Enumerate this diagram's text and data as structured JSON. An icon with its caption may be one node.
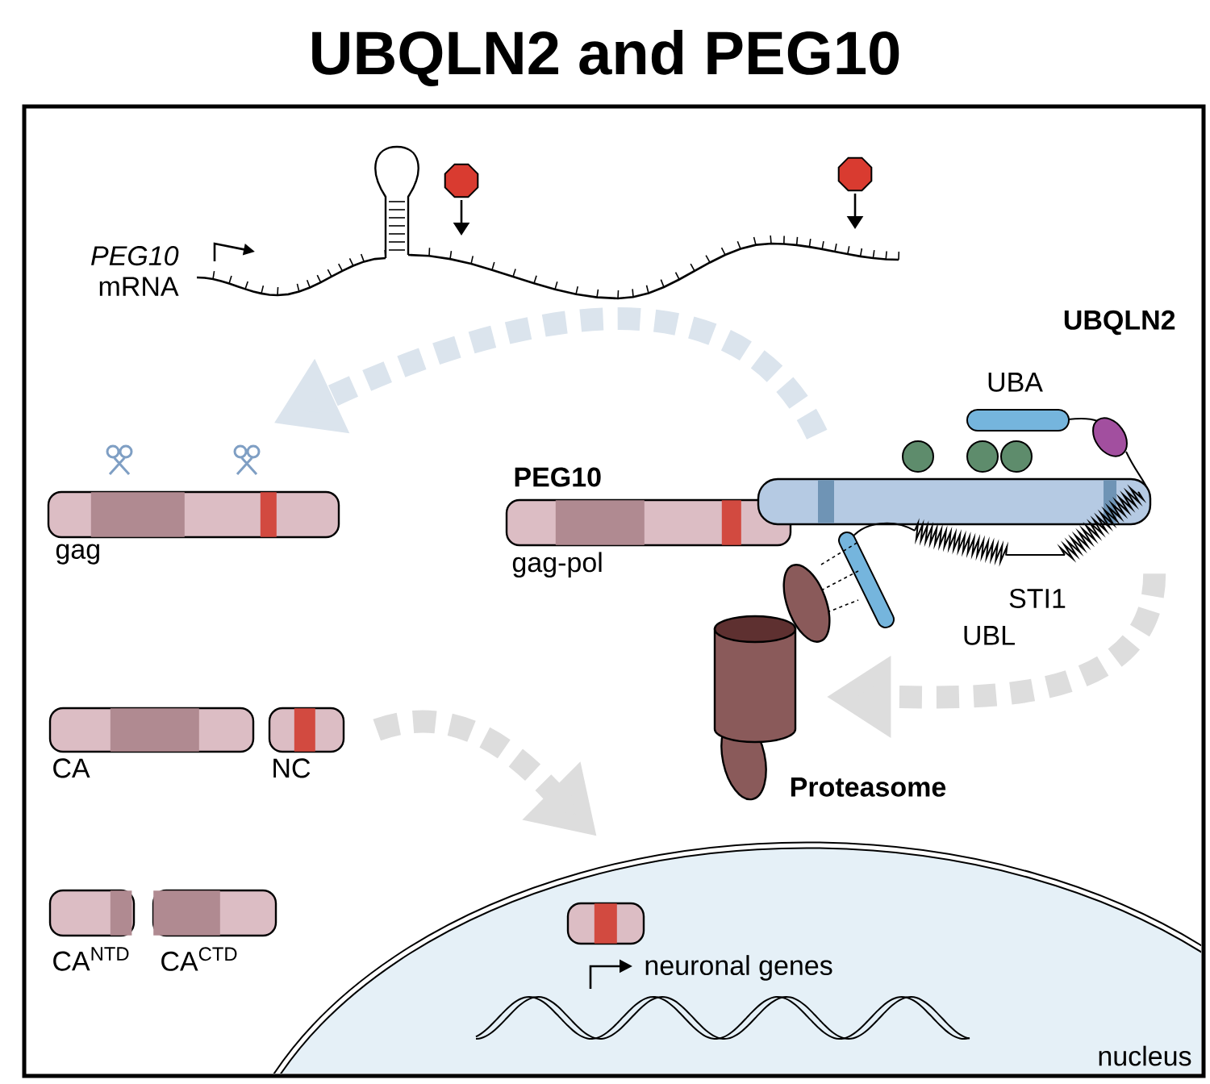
{
  "diagram": {
    "title": "UBQLN2 and PEG10",
    "nodes": [
      {
        "text": [
          "gag"
        ]
      },
      {
        "text": [
          "PEG10",
          "gag-pol"
        ]
      },
      {
        "text": [
          "UBQLN2",
          "UBA",
          "STI1",
          "UBL"
        ]
      },
      {
        "text": [
          "Proteasome"
        ]
      },
      {
        "text": [
          "CA"
        ]
      },
      {
        "text": [
          "NC"
        ]
      },
      {
        "text": [
          "CA$^{NTD}$"
        ]
      },
      {
        "text": [
          "CA$^{CTD}$"
        ]
      },
      {
        "text": [
          "nucleus"
        ]
      },
      {
        "text": [],
        "shape": "bar",
        "in": 8
      }
    ],
    "edges": [
      {
        "from": 2,
        "to": 0,
        "arrow": "to",
        "style": "dashed",
        "color": "#dbe4ed"
      },
      {
        "from": 2,
        "to": 3,
        "arrow": "to",
        "style": "dashed"
      },
      {
        "from": 5,
        "to": 8,
        "arrow": "to",
        "style": "dashed"
      }
    ],
    "labels": [
      "*PEG10* mRNA",
      "neuronal genes"
    ]
  }
}
